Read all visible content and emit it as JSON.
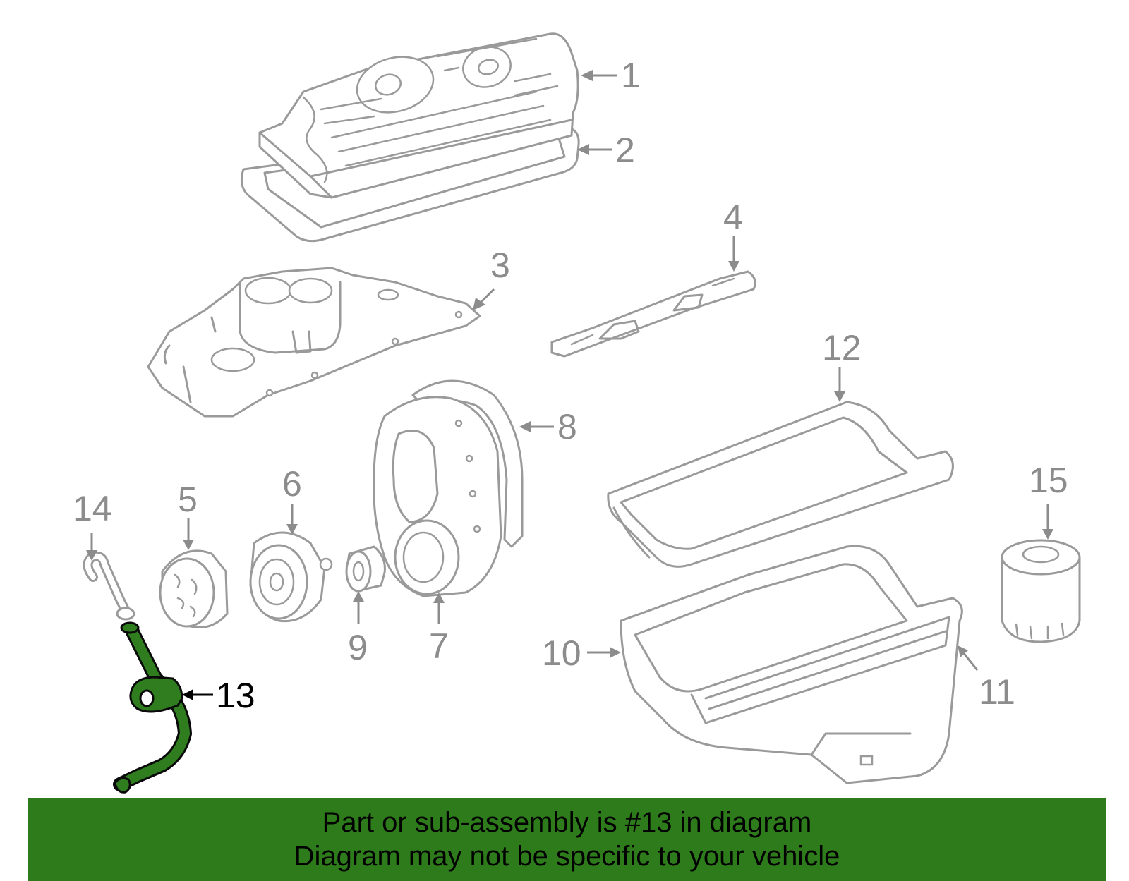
{
  "callouts": {
    "c1": "1",
    "c2": "2",
    "c3": "3",
    "c4": "4",
    "c5": "5",
    "c6": "6",
    "c7": "7",
    "c8": "8",
    "c9": "9",
    "c10": "10",
    "c11": "11",
    "c12": "12",
    "c13": "13",
    "c14": "14",
    "c15": "15"
  },
  "highlighted_part": "13",
  "colors": {
    "highlight": "#2e7b1c",
    "line": "#9a9a9a",
    "callout_text": "#8c8c8c"
  },
  "banner": {
    "line1": "Part or sub-assembly is #13 in diagram",
    "line2": "Diagram may not be specific to your vehicle"
  }
}
